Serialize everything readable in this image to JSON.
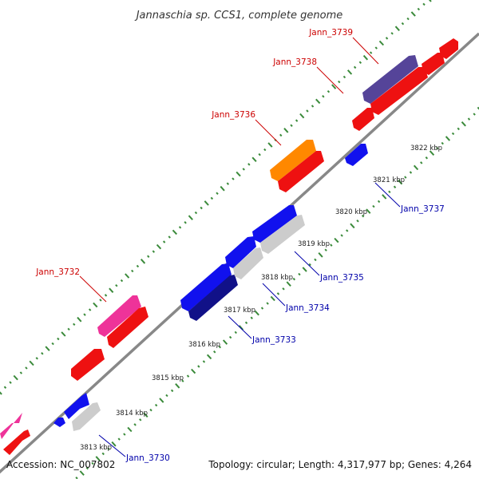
{
  "title": "Jannaschia sp. CCS1, complete genome",
  "footer": {
    "accession": "Accession: NC_007802",
    "summary": "Topology: circular; Length: 4,317,977 bp; Genes: 4,264"
  },
  "colors": {
    "background": "#ffffff",
    "backbone": "#888888",
    "dots": "#3a8a3a",
    "forward_label": "#cc0000",
    "reverse_label": "#0000aa"
  },
  "ticks": [
    "3813 kbp",
    "3814 kbp",
    "3815 kbp",
    "3816 kbp",
    "3817 kbp",
    "3818 kbp",
    "3819 kbp",
    "3820 kbp",
    "3821 kbp",
    "3822 kbp"
  ],
  "labels": {
    "forward": [
      "Jann_3739",
      "Jann_3738",
      "Jann_3736",
      "Jann_3732"
    ],
    "reverse": [
      "Jann_3737",
      "Jann_3735",
      "Jann_3734",
      "Jann_3733",
      "Jann_3730"
    ]
  },
  "features": [
    {
      "name": "gene-pink-upper-left",
      "color": "#ee3399"
    },
    {
      "name": "gene-red-lower-left",
      "color": "#ee1111"
    },
    {
      "name": "gene-blue-3730",
      "color": "#1111ee"
    },
    {
      "name": "gene-blue-small-3730",
      "color": "#1111ee"
    },
    {
      "name": "gene-gray-3730",
      "color": "#cccccc"
    },
    {
      "name": "gene-red-mid-left",
      "color": "#ee1111"
    },
    {
      "name": "gene-pink-3732",
      "color": "#ee3399"
    },
    {
      "name": "gene-red-3732",
      "color": "#ee1111"
    },
    {
      "name": "gene-blue-3734",
      "color": "#1111ee"
    },
    {
      "name": "gene-navy-3733",
      "color": "#111188"
    },
    {
      "name": "gene-blue-3735a",
      "color": "#1111ee"
    },
    {
      "name": "gene-gray-3735",
      "color": "#cccccc"
    },
    {
      "name": "gene-blue-3735b",
      "color": "#1111ee"
    },
    {
      "name": "gene-gray-3735b",
      "color": "#cccccc"
    },
    {
      "name": "gene-orange-3736",
      "color": "#ff8800"
    },
    {
      "name": "gene-red-3736",
      "color": "#ee1111"
    },
    {
      "name": "gene-blue-3737",
      "color": "#1111ee"
    },
    {
      "name": "gene-red-3738-small",
      "color": "#ee1111"
    },
    {
      "name": "gene-purple-3739",
      "color": "#554499"
    },
    {
      "name": "gene-red-3738",
      "color": "#ee1111"
    },
    {
      "name": "gene-red-3739-a",
      "color": "#ee1111"
    },
    {
      "name": "gene-red-3739-b",
      "color": "#ee1111"
    }
  ]
}
